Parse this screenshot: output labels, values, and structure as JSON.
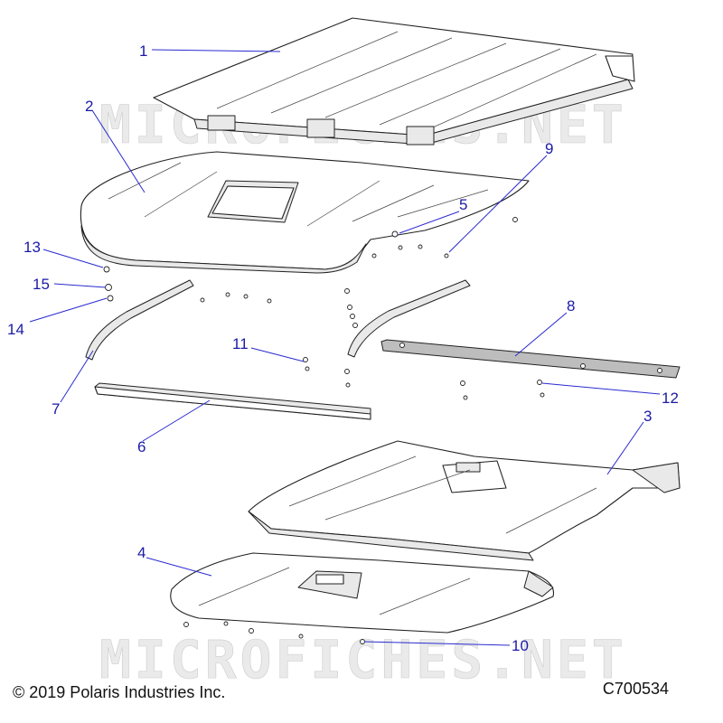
{
  "watermark": "MICROFICHES.NET",
  "copyright": "© 2019 Polaris Industries Inc.",
  "diagram_id": "C700534",
  "callouts": [
    {
      "id": "c1",
      "label": "1"
    },
    {
      "id": "c2",
      "label": "2"
    },
    {
      "id": "c3",
      "label": "3"
    },
    {
      "id": "c4",
      "label": "4"
    },
    {
      "id": "c5",
      "label": "5"
    },
    {
      "id": "c6",
      "label": "6"
    },
    {
      "id": "c7",
      "label": "7"
    },
    {
      "id": "c8",
      "label": "8"
    },
    {
      "id": "c9",
      "label": "9"
    },
    {
      "id": "c10",
      "label": "10"
    },
    {
      "id": "c11",
      "label": "11"
    },
    {
      "id": "c12",
      "label": "12"
    },
    {
      "id": "c13",
      "label": "13"
    },
    {
      "id": "c14",
      "label": "14"
    },
    {
      "id": "c15",
      "label": "15"
    }
  ],
  "colors": {
    "callout": "#1a1aa6",
    "leader": "#2a2ad0",
    "watermark": "#d8d8d8"
  }
}
